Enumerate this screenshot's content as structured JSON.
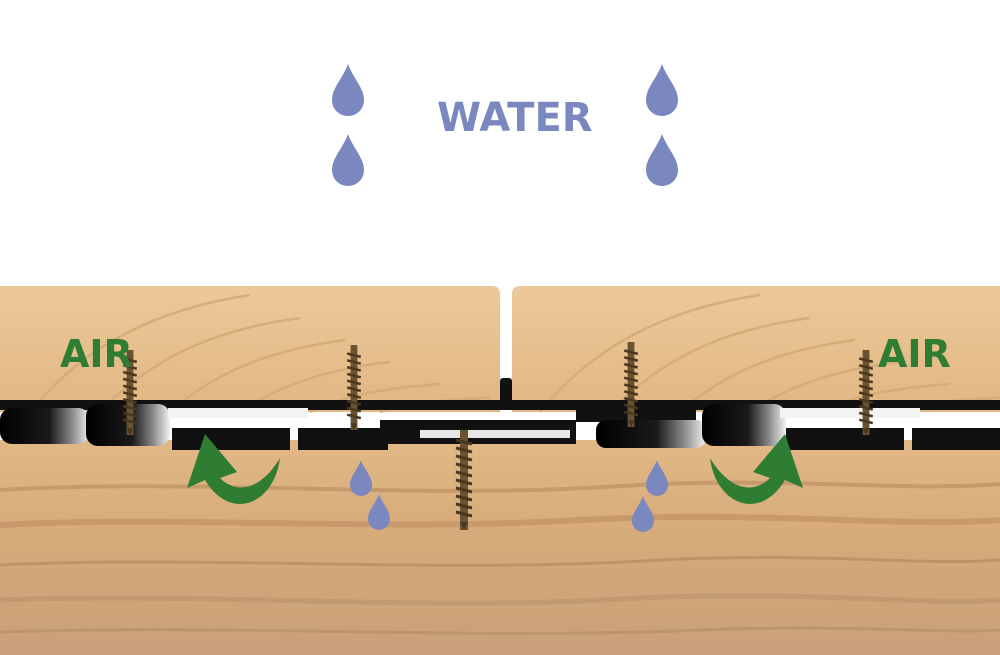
{
  "labels": {
    "water": "WATER",
    "air_left": "AIR",
    "air_right": "AIR"
  },
  "colors": {
    "water": "#7b87bf",
    "air": "#2f7d32",
    "wood_top": "#e9c596",
    "wood_bottom": "#d8ae7d",
    "clip": "#111111"
  },
  "icons": [
    "water-drop-icon",
    "screw-icon",
    "airflow-arrow-icon"
  ]
}
